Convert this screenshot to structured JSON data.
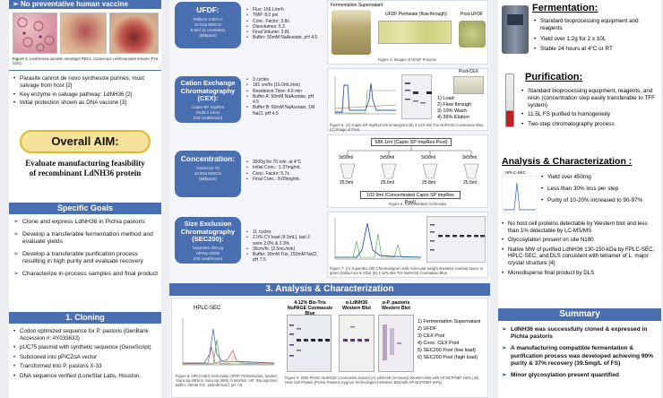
{
  "left": {
    "vaccine_header": "No preventative human vaccine",
    "fig1_caption_label": "Figure 1:",
    "fig1_caption": "Leishmania parasite amastigot RBCs, Cutaneous Leishmaniasis lesions (PHL CDC)",
    "bullets": [
      "Parasite cannot de novo synthesize purines; must salvage from host [2]",
      "Key enzyme in salvage pathway: LdNH36 [2]",
      "Initial protection shown as DNA vaccine [3]"
    ],
    "aim_title": "Overall AIM:",
    "aim_text": "Evaluate manufacturing feasibility of recombinant LdNH36 protein",
    "goals_header": "Specific Goals",
    "goals": [
      "Clone and express LdNH36 in Pichia pastoris",
      "Develop a transferable fermentation method and evaluate yields",
      "Develop a transferable purification process resulting in high purity and evaluate recovery",
      "Characterize in-process samples and final product"
    ],
    "cloning_header": "1. Cloning",
    "cloning": [
      "Codon optimized sequence for P. pastoris (GenBank Accession #: AY033633)",
      "pUC75 plasmid with synthetic sequence (GeneScript)",
      "Subcloned into pPICZαA vector",
      "Transformed into P. pastoris X-33",
      "DNA sequence verified (LoneStar Labs, Houston,"
    ]
  },
  "mid": {
    "steps": [
      {
        "title": "UFDF:",
        "sub": "Pellicon 2 BIO-A\n10 kDa MWCO\n0.5m² (3 cassettes)\n(Millipore)",
        "bullets": [
          "Flux: 166 L/m²h",
          "TMP: 8.0 psi",
          "Conc. Factor: 3.8x",
          "Diavolumes: 5.3",
          "Final Volume: 3.8L",
          "Buffer: 50mM NaAcetate, pH 4.5"
        ]
      },
      {
        "title": "Cation Exchange Chromatography (CEX):",
        "sub": "Capto SP ImpRes\nXK26 x 12cm\n(GE Healthcare)",
        "bullets": [
          "3 cycles",
          "181 cm/hr (16.0mL/min)",
          "Residence Time: 4.0 min",
          "Buffer A: 50mM NaAcetate, pH 4.5",
          "Buffer B: 50mM NaAcetate, 1M NaCl, pH 4.5"
        ]
      },
      {
        "title": "Concentration:",
        "sub": "Centricon 70\n10 kDa MWCO\n(Millipore)",
        "bullets": [
          "3500g for 70 min. at 4°C",
          "Initial Conc.: 1.37mg/mL",
          "Conc. Factor: 5.7x",
          "Final Conc.: 8.09mg/mL"
        ]
      },
      {
        "title": "Size Exclusion Chromatography (SEC200):",
        "sub": "Superdex 200 pg\nHiPrep 26/60\n(GE Healthcare)",
        "bullets": [
          "11 cycles",
          "2.0% CV load (9.3mL), last 2 were 2.0% & 2.3%",
          "30cm/hr. (2.5mL/min)",
          "Buffer: 30mM Tris, 150mM NaCl, pH 7.5"
        ]
      }
    ],
    "ferm_label": "Fermentation Supernatant",
    "ufdf_perm_label": "UFDF Permeate (flow-through)",
    "post_ufdf_label": "Post-UFDF",
    "fig4_caption": "Figure 4: Images of UFDF Process",
    "post_cex_label": "Post-CEX",
    "cex_legend": [
      "1)   Load",
      "2)   Flow through",
      "3)   10% Wash",
      "4)   36% Elution"
    ],
    "fig5_caption": "Figure 5: (A) Capto SP ImpRes Chromatogram (B) 4-12% Bis-Tris NuPAGE Coomassie Blue (C) Image of Pool",
    "conc_pool_label": "586.1ml (Capto SP ImpRes Pool)",
    "conc_tubes": [
      "3x50ml",
      "3x50ml",
      "3x50ml",
      "3x50ml"
    ],
    "conc_volumes": [
      "25.5ml",
      "25.6ml",
      "25.8ml",
      "25.6ml"
    ],
    "conc_final_label": "102.9ml (Concentrated Capto SP ImpRes Pool)",
    "fig6_caption": "Figure 6: Concentration Schematic",
    "fig7_caption": "Figure 7: (A) Superdex 200 Chromatogram with molecular weight standard overlaid above in green (tabled are in kDa) (B) 4-12% Bis-Tris NuPAGE Coomassie Blue",
    "analysis_header": "3. Analysis & Characterization",
    "hplc_title": "HPLC-SEC",
    "gel1_title": "4-12% Bis-Tris NuPAGE Coomassie Blue",
    "gel2_title": "α-LdNH36 Western Blot",
    "gel3_title": "α-P. pastoris Western Blot",
    "analysis_legend": [
      "1)   Fermentation Supernatant",
      "2)   UFDF",
      "3)   CEX Pool",
      "4)   Conc. CEX Pool",
      "5)   SEC200 Pool (low load)",
      "6)   SEC200 Pool (high load)"
    ],
    "fig8_caption": "Figure 8: HPLC-SEC Schematic UFDF Preliminaries, tandem Yarra Sp-2000 & Yarra Sp-3000, 0.5ml/min, HP: 50μ injection, Buffer: 30mM Tris, 150mM NaCl, pH 7.5",
    "fig9_caption": "Figure 9: SDS-PAGE: NuPAGE Coomassie stained (A) LdNH36 (In-house) Western Blot with AP NCP/NBT (KPL) (B) Host Cell Protein (Pichia Pastoris Cygnus Technologies) Western Blot with AP NCP/NBT (KPL)"
  },
  "right": {
    "ferm_header": "Fermentation:",
    "ferm_bullets": [
      "Standard bioprocessing equipment and reagents",
      "Yield over 1.2g for 2 x 10L",
      "Stable 24 hours at 4°C or RT"
    ],
    "purif_header": "Purification:",
    "purif_bullets": [
      "Standard bioprocessing equipment, reagents, and resin (concentration step easily transferable to TFF system)",
      "11.5L FS purified to homogeneity",
      "Two-step chromatography process"
    ],
    "analysis_header": "Analysis & Characterization :",
    "hplc_label": "HPLC-SEC",
    "analysis_sub": [
      "Yield over 450mg",
      "Less than 30% loss per step",
      "Purity of 10-20% increased to 90-97%"
    ],
    "analysis_bullets": [
      "No host cell proteins detectable by Western blot and less than 1% detectable by LC-MS/MS",
      "Glycosylation present on site N180",
      "Native MW of purified LdNH36 130-150-kDa by FPLC-SEC, HPLC-SEC, and DLS consistent with tetramer of L. major crystal structure [4]",
      "Monodisperse final product by DLS"
    ],
    "summary_header": "Summary",
    "summary": [
      "LdNH36 was successfully cloned & expressed in Pichia pastoris",
      "A manufacturing compatible fermentation & purification process was developed achieving 90% purity & 37% recovery (39.5mg/L of FS)",
      "Minor glycosylation present quantified"
    ]
  }
}
